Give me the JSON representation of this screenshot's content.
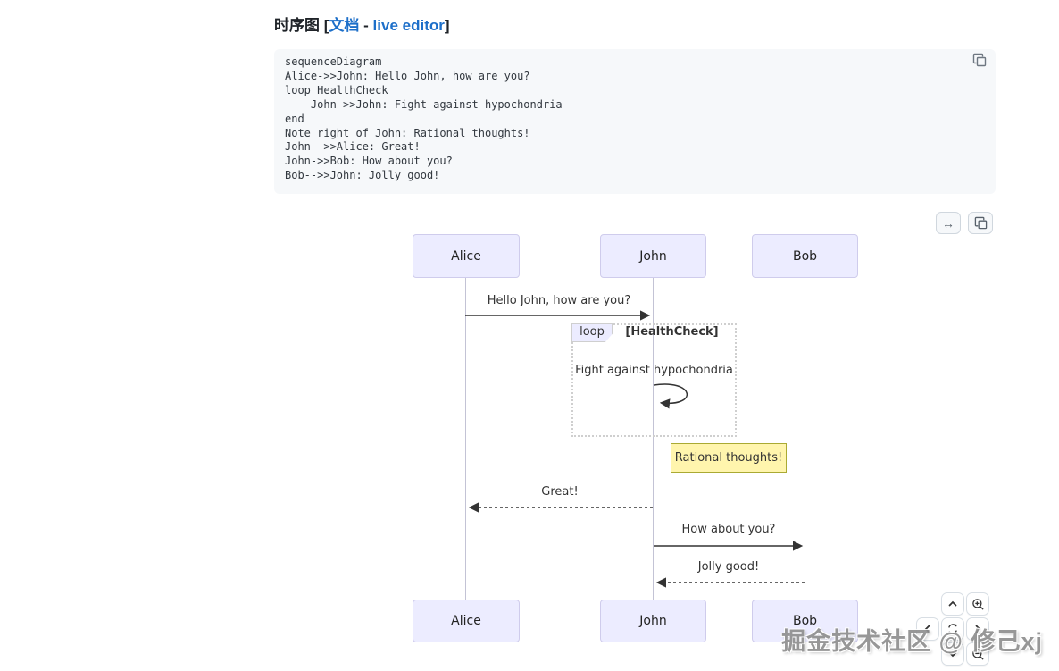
{
  "header": {
    "title": "时序图",
    "bracket_open": "[",
    "doc_link": "文档",
    "separator": "-",
    "live_editor_link": "live editor",
    "bracket_close": "]"
  },
  "code": {
    "lines": [
      "sequenceDiagram",
      "Alice->>John: Hello John, how are you?",
      "loop HealthCheck",
      "    John->>John: Fight against hypochondria",
      "end",
      "Note right of John: Rational thoughts!",
      "John-->>Alice: Great!",
      "John->>Bob: How about you?",
      "Bob-->>John: Jolly good!"
    ]
  },
  "toolbar": {
    "expand_icon": "↔"
  },
  "diagram": {
    "actors": [
      "Alice",
      "John",
      "Bob"
    ],
    "messages": {
      "hello": "Hello John, how are you?",
      "fight": "Fight against hypochondria",
      "great": "Great!",
      "how_about": "How about you?",
      "jolly": "Jolly good!"
    },
    "loop": {
      "label": "loop",
      "condition": "[HealthCheck]"
    },
    "note": {
      "text": "Rational thoughts!"
    },
    "colors": {
      "actor_fill": "#ECECFF",
      "actor_border": "#CFCCEC",
      "note_fill": "#FFF5AD",
      "note_border": "#AAAA33",
      "link_blue": "#1D6FC9"
    }
  },
  "watermark": {
    "text": "掘金技术社区 @ 修己xj"
  }
}
